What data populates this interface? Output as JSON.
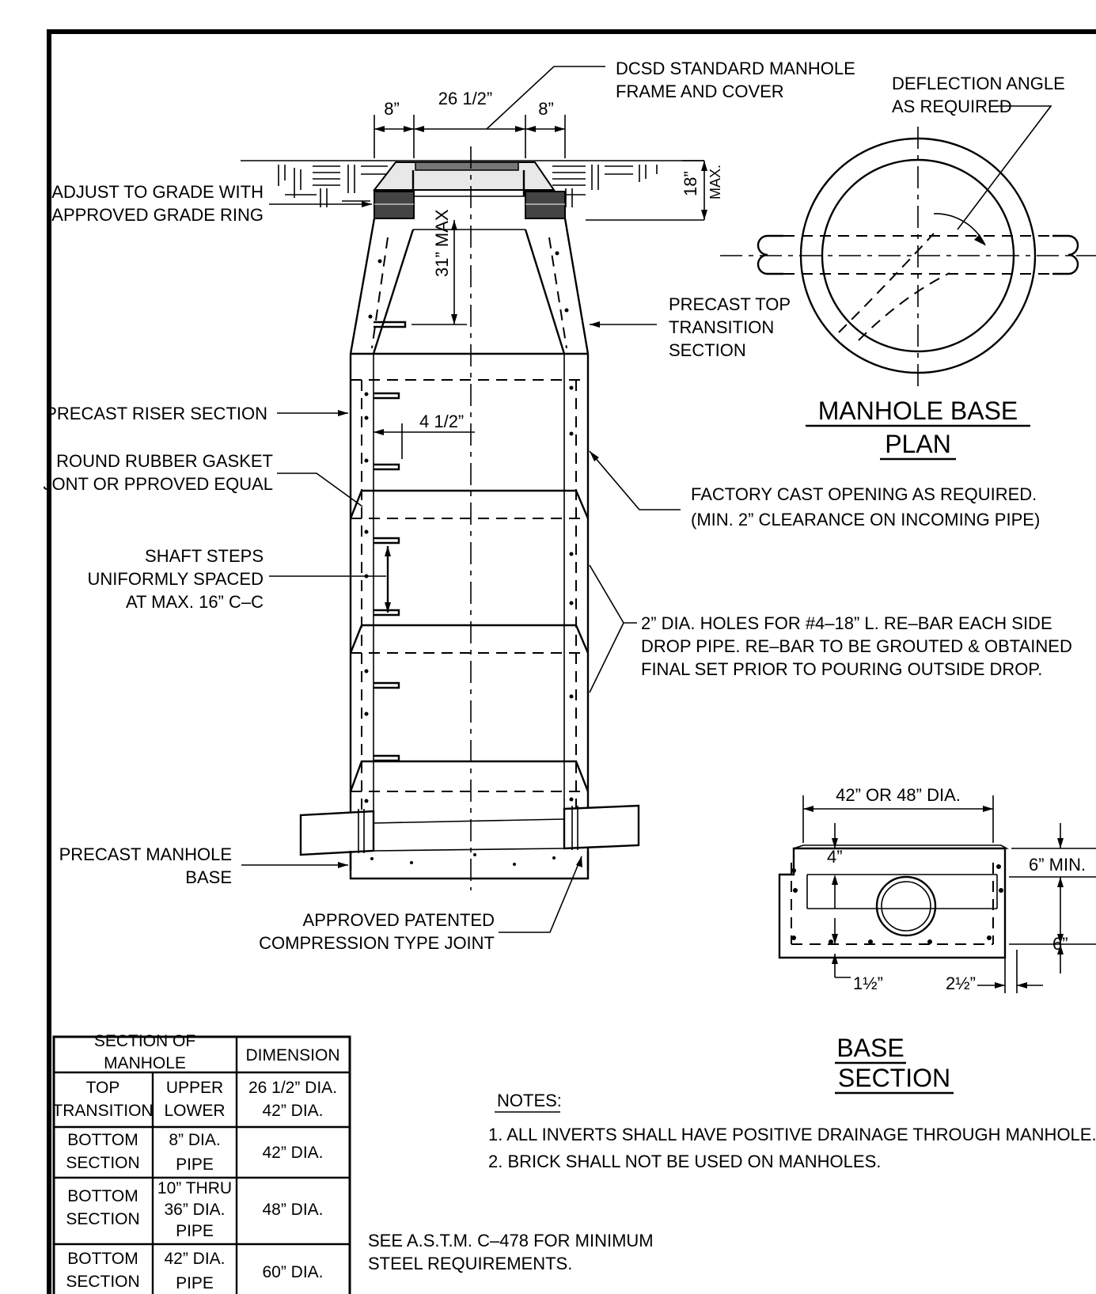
{
  "callouts": {
    "frame_cover_1": "DCSD STANDARD MANHOLE",
    "frame_cover_2": "FRAME AND COVER",
    "deflection_1": "DEFLECTION ANGLE",
    "deflection_2": "AS REQUIRED",
    "adjust_1": "ADJUST TO GRADE WITH",
    "adjust_2": "APPROVED GRADE RING",
    "top_transition_1": "PRECAST TOP",
    "top_transition_2": "TRANSITION",
    "top_transition_3": "SECTION",
    "riser": "PRECAST RISER SECTION",
    "gasket_1": "ROUND RUBBER GASKET",
    "gasket_2": "JONT OR PPROVED EQUAL",
    "opening_1": "FACTORY CAST OPENING AS REQUIRED.",
    "opening_2": "(MIN. 2” CLEARANCE ON INCOMING PIPE)",
    "steps_1": "SHAFT STEPS",
    "steps_2": "UNIFORMLY SPACED",
    "steps_3": "AT MAX. 16” C–C",
    "holes_1": "2” DIA. HOLES FOR #4–18” L. RE–BAR EACH SIDE",
    "holes_2": "DROP PIPE. RE–BAR TO BE GROUTED & OBTAINED",
    "holes_3": "FINAL SET PRIOR TO POURING OUTSIDE DROP.",
    "base_1": "PRECAST MANHOLE",
    "base_2": "BASE",
    "joint_1": "APPROVED PATENTED",
    "joint_2": "COMPRESSION TYPE JOINT"
  },
  "dimensions": {
    "frame_side_left": "8”",
    "frame_opening": "26 1/2”",
    "frame_side_right": "8”",
    "grade_max": "18”",
    "grade_max_unit": "MAX.",
    "transition_height": "31” MAX",
    "step_offset": "4 1/2”",
    "base_dia": "42” OR 48” DIA.",
    "base_top": "4”",
    "base_min": "6” MIN.",
    "base_bottom": "6”",
    "base_inner": "1½”",
    "base_outer": "2½”"
  },
  "titles": {
    "plan_1": "MANHOLE BASE",
    "plan_2": "PLAN",
    "section_1": "BASE",
    "section_2": "SECTION"
  },
  "notes": {
    "heading": "NOTES:",
    "items": [
      "1. ALL INVERTS SHALL HAVE POSITIVE DRAINAGE THROUGH MANHOLE.",
      "2. BRICK SHALL NOT BE USED ON MANHOLES."
    ],
    "astm_1": "SEE A.S.T.M. C–478 FOR MINIMUM",
    "astm_2": "STEEL REQUIREMENTS."
  },
  "table": {
    "header_section_1": "SECTION OF",
    "header_section_2": "MANHOLE",
    "header_dimension": "DIMENSION",
    "rows": [
      {
        "section": [
          "TOP",
          "TRANSITION"
        ],
        "detail": [
          "UPPER",
          "LOWER"
        ],
        "dimension": [
          "26 1/2” DIA.",
          "42” DIA."
        ]
      },
      {
        "section": [
          "BOTTOM",
          "SECTION"
        ],
        "detail": [
          "8” DIA.",
          "PIPE"
        ],
        "dimension": [
          "42” DIA."
        ]
      },
      {
        "section": [
          "BOTTOM",
          "SECTION"
        ],
        "detail": [
          "10” THRU",
          "36” DIA.",
          "PIPE"
        ],
        "dimension": [
          "48” DIA."
        ]
      },
      {
        "section": [
          "BOTTOM",
          "SECTION"
        ],
        "detail": [
          "42” DIA.",
          "PIPE"
        ],
        "dimension": [
          "60” DIA."
        ]
      }
    ]
  }
}
